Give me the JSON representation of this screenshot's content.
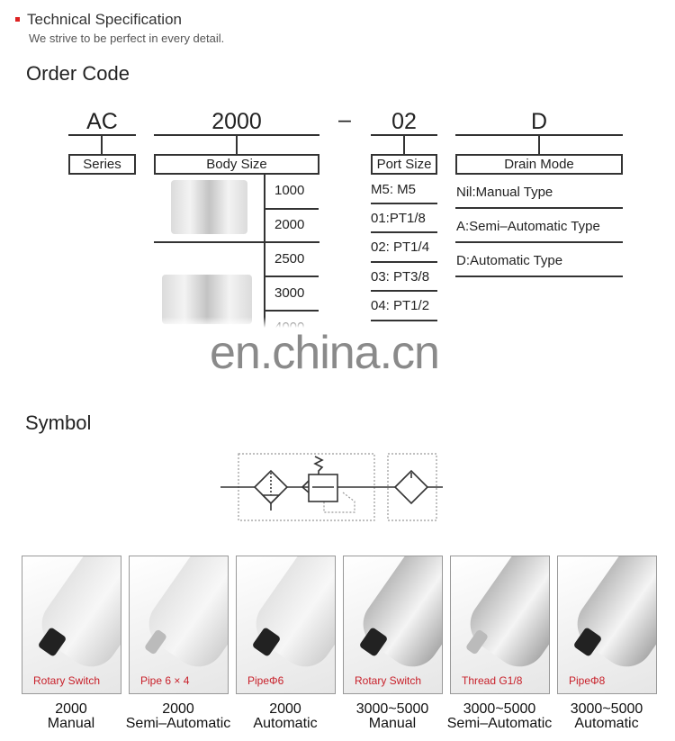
{
  "header": {
    "title": "Technical Specification",
    "subtitle": "We strive to be perfect in every detail.",
    "accent": "#dd2222"
  },
  "order_code": {
    "title": "Order Code",
    "segments": [
      {
        "code": "AC",
        "label": "Series"
      },
      {
        "code": "2000",
        "label": "Body Size"
      },
      {
        "code": "02",
        "label": "Port Size"
      },
      {
        "code": "D",
        "label": "Drain Mode"
      }
    ],
    "separator": "–",
    "body_sizes": [
      "1000",
      "2000",
      "2500",
      "3000",
      "4000"
    ],
    "port_sizes": [
      "M5: M5",
      "01:PT1/8",
      "02: PT1/4",
      "03: PT3/8",
      "04: PT1/2"
    ],
    "drain_modes": [
      "Nil:Manual Type",
      "A:Semi–Automatic Type",
      "D:Automatic Type"
    ]
  },
  "watermark": "en.china.cn",
  "symbol": {
    "title": "Symbol"
  },
  "products": [
    {
      "label": "Rotary Switch",
      "size": "2000",
      "mode": "Manual"
    },
    {
      "label": "Pipe 6 × 4",
      "size": "2000",
      "mode": "Semi–Automatic"
    },
    {
      "label": "PipeΦ6",
      "size": "2000",
      "mode": "Automatic"
    },
    {
      "label": "Rotary Switch",
      "size": "3000~5000",
      "mode": "Manual"
    },
    {
      "label": "Thread G1/8",
      "size": "3000~5000",
      "mode": "Semi–Automatic"
    },
    {
      "label": "PipeΦ8",
      "size": "3000~5000",
      "mode": "Automatic"
    }
  ],
  "label_color": "#c8202a"
}
